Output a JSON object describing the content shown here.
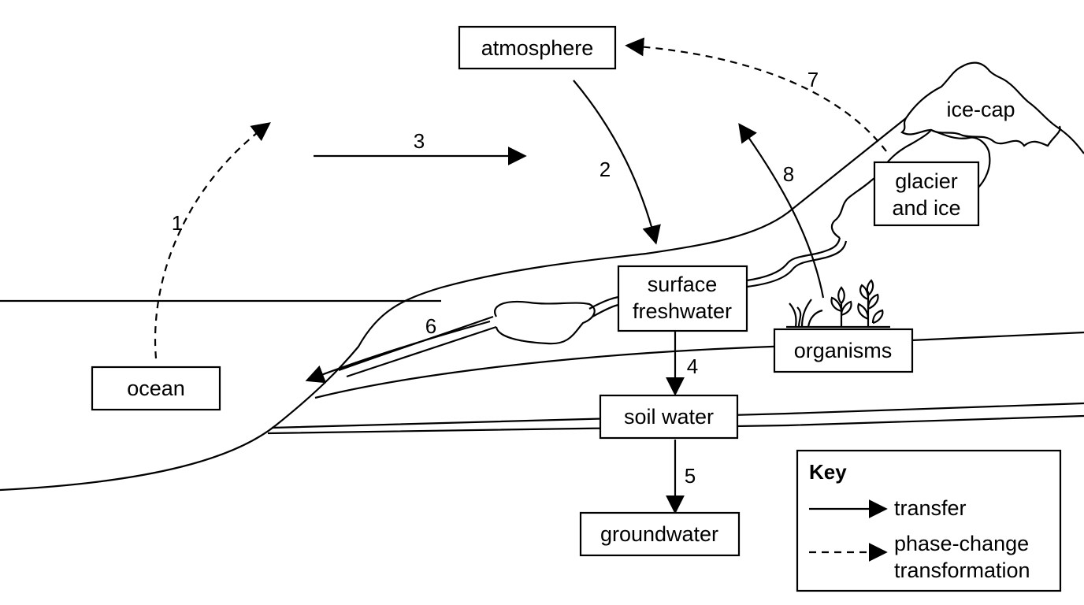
{
  "nodes": {
    "atmosphere": "atmosphere",
    "ice_cap": "ice-cap",
    "glacier_line1": "glacier",
    "glacier_line2": "and ice",
    "surface_line1": "surface",
    "surface_line2": "freshwater",
    "ocean": "ocean",
    "organisms": "organisms",
    "soil_water": "soil water",
    "groundwater": "groundwater"
  },
  "arrows": {
    "a1": "1",
    "a2": "2",
    "a3": "3",
    "a4": "4",
    "a5": "5",
    "a6": "6",
    "a7": "7",
    "a8": "8"
  },
  "key": {
    "title": "Key",
    "transfer": "transfer",
    "phase_line1": "phase-change",
    "phase_line2": "transformation"
  }
}
